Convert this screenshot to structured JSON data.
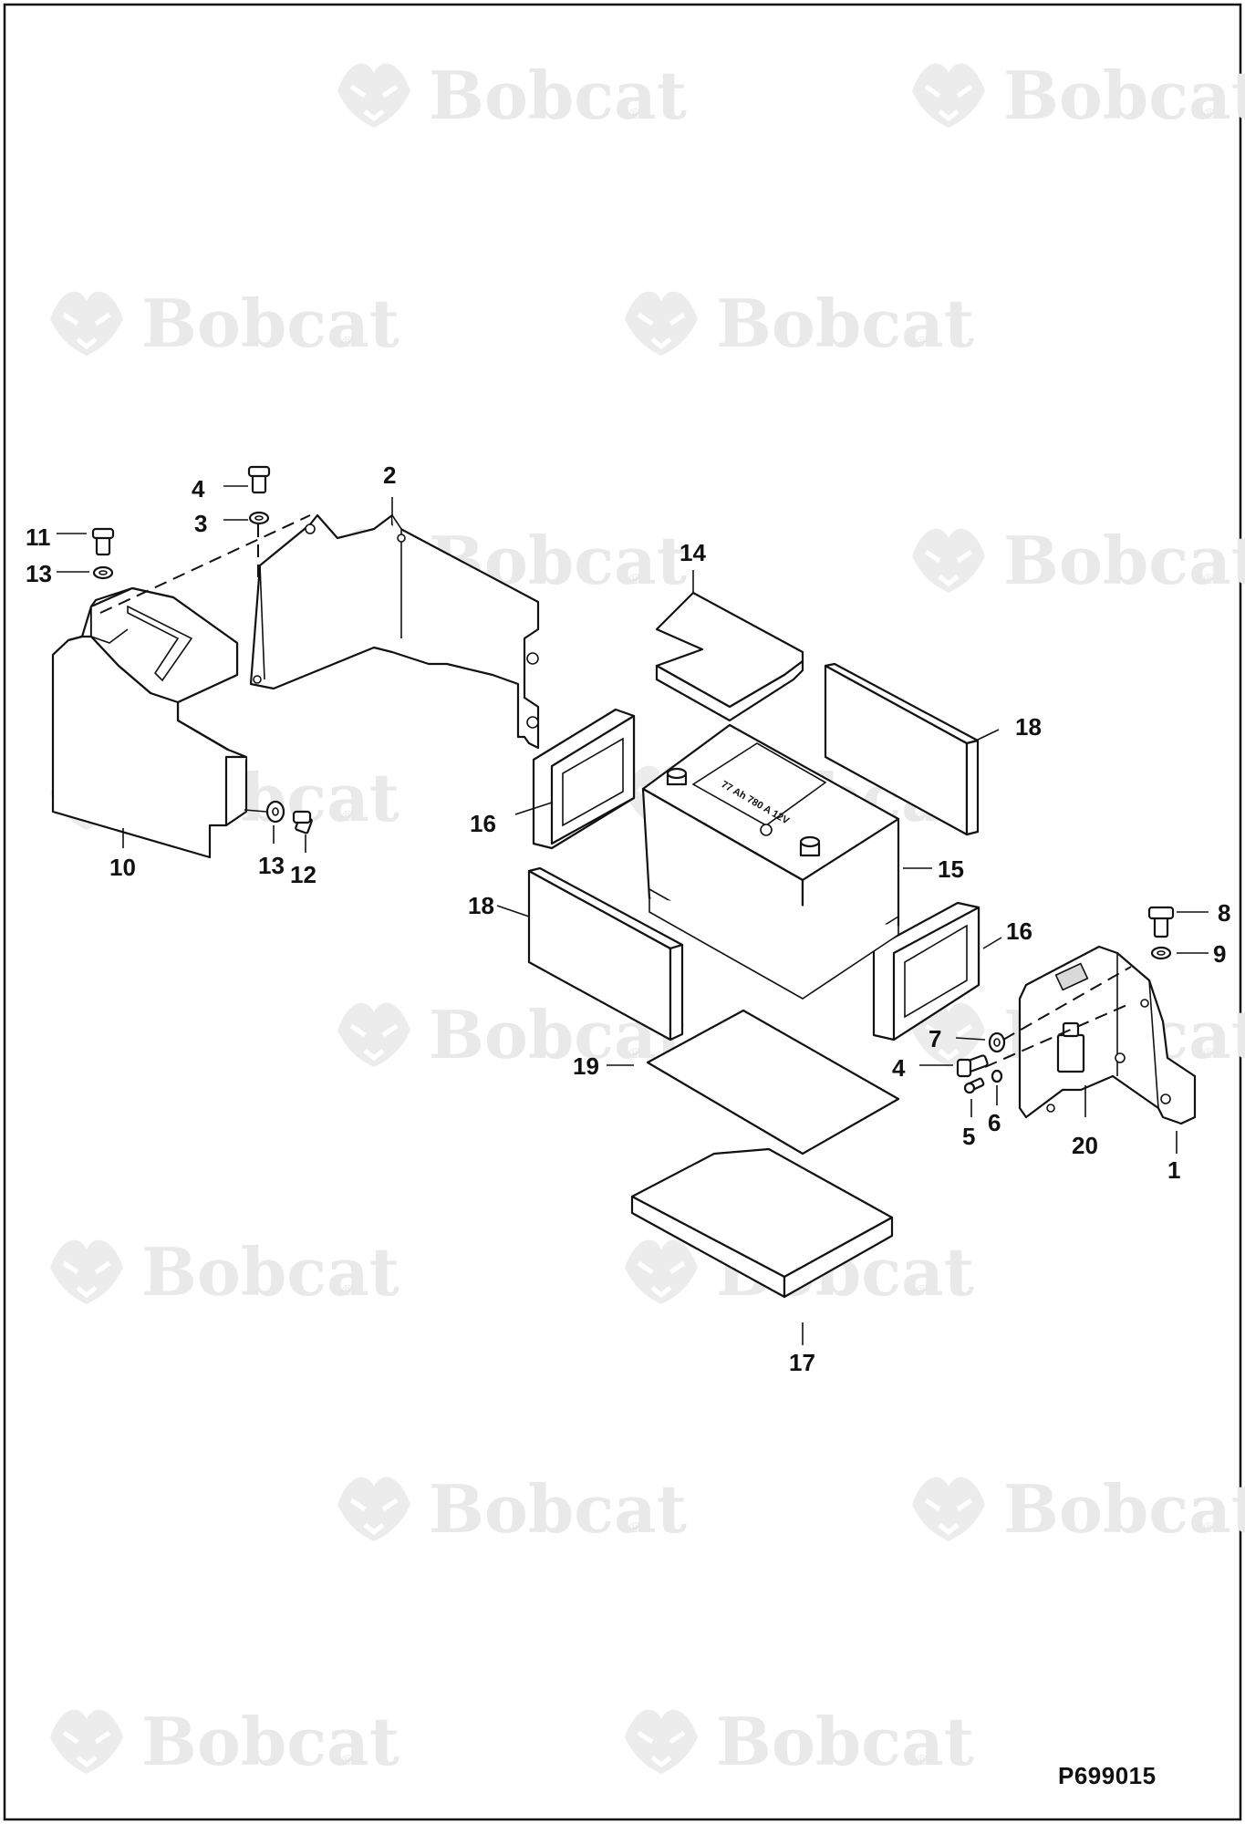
{
  "drawing_number": "P699015",
  "watermark": {
    "brand": "Bobcat",
    "reg_mark": "®"
  },
  "callouts": {
    "c1": "1",
    "c2": "2",
    "c3": "3",
    "c4a": "4",
    "c4b": "4",
    "c5": "5",
    "c6": "6",
    "c7": "7",
    "c8": "8",
    "c9": "9",
    "c10": "10",
    "c11": "11",
    "c12": "12",
    "c13a": "13",
    "c13b": "13",
    "c14": "14",
    "c15": "15",
    "c16a": "16",
    "c16b": "16",
    "c17": "17",
    "c18a": "18",
    "c18b": "18",
    "c19": "19",
    "c20": "20"
  },
  "battery_label": "77 Ah 780 A 12V"
}
